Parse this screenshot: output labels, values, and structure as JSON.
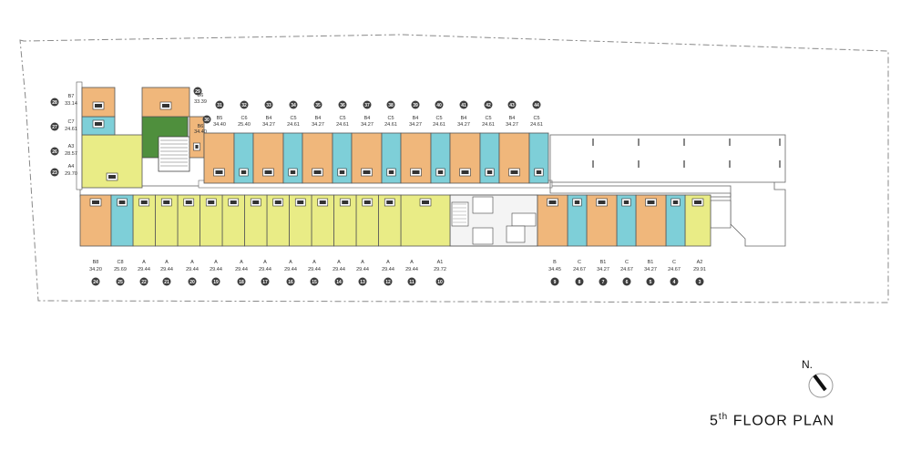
{
  "title": {
    "number": "5",
    "sup": "th",
    "rest": "FLOOR PLAN"
  },
  "north": {
    "label": "N."
  },
  "colors": {
    "type_A": "#e9ec86",
    "type_B": "#f0b77b",
    "type_C": "#7ecfd8",
    "green": "#4f8f3d",
    "badge": "#3d3d3d",
    "wall": "#555555"
  },
  "units": [
    {
      "no": "3",
      "type": "A2",
      "area": "29.91",
      "color": "A"
    },
    {
      "no": "4",
      "type": "C",
      "area": "24.67",
      "color": "C"
    },
    {
      "no": "5",
      "type": "B1",
      "area": "34.27",
      "color": "B"
    },
    {
      "no": "6",
      "type": "C",
      "area": "24.67",
      "color": "C"
    },
    {
      "no": "7",
      "type": "B1",
      "area": "34.27",
      "color": "B"
    },
    {
      "no": "8",
      "type": "C",
      "area": "24.67",
      "color": "C"
    },
    {
      "no": "9",
      "type": "B",
      "area": "34.45",
      "color": "B"
    },
    {
      "no": "10",
      "type": "A1",
      "area": "29.72",
      "color": "A"
    },
    {
      "no": "11",
      "type": "A",
      "area": "29.44",
      "color": "A"
    },
    {
      "no": "12",
      "type": "A",
      "area": "29.44",
      "color": "A"
    },
    {
      "no": "13",
      "type": "A",
      "area": "29.44",
      "color": "A"
    },
    {
      "no": "14",
      "type": "A",
      "area": "29.44",
      "color": "A"
    },
    {
      "no": "15",
      "type": "A",
      "area": "29.44",
      "color": "A"
    },
    {
      "no": "16",
      "type": "A",
      "area": "29.44",
      "color": "A"
    },
    {
      "no": "17",
      "type": "A",
      "area": "29.44",
      "color": "A"
    },
    {
      "no": "18",
      "type": "A",
      "area": "29.44",
      "color": "A"
    },
    {
      "no": "19",
      "type": "A",
      "area": "29.44",
      "color": "A"
    },
    {
      "no": "20",
      "type": "A",
      "area": "29.44",
      "color": "A"
    },
    {
      "no": "21",
      "type": "A",
      "area": "29.44",
      "color": "A"
    },
    {
      "no": "22",
      "type": "A",
      "area": "29.44",
      "color": "A"
    },
    {
      "no": "23",
      "type": "A4",
      "area": "29.70",
      "color": "A"
    },
    {
      "no": "24",
      "type": "B8",
      "area": "34.20",
      "color": "B"
    },
    {
      "no": "25",
      "type": "C8",
      "area": "25.69",
      "color": "C"
    },
    {
      "no": "26",
      "type": "A3",
      "area": "28.57",
      "color": "A"
    },
    {
      "no": "27",
      "type": "C7",
      "area": "24.61",
      "color": "C"
    },
    {
      "no": "28",
      "type": "B7",
      "area": "33.14",
      "color": "B"
    },
    {
      "no": "29",
      "type": "B6",
      "area": "33.39",
      "color": "B"
    },
    {
      "no": "30",
      "type": "B6",
      "area": "34.40",
      "color": "B"
    },
    {
      "no": "31",
      "type": "B5",
      "area": "34.40",
      "color": "B"
    },
    {
      "no": "32",
      "type": "C6",
      "area": "25.40",
      "color": "C"
    },
    {
      "no": "33",
      "type": "B4",
      "area": "34.27",
      "color": "B"
    },
    {
      "no": "34",
      "type": "C5",
      "area": "24.61",
      "color": "C"
    },
    {
      "no": "35",
      "type": "B4",
      "area": "34.27",
      "color": "B"
    },
    {
      "no": "36",
      "type": "C5",
      "area": "24.61",
      "color": "C"
    },
    {
      "no": "37",
      "type": "B4",
      "area": "34.27",
      "color": "B"
    },
    {
      "no": "38",
      "type": "C5",
      "area": "24.61",
      "color": "C"
    },
    {
      "no": "39",
      "type": "B4",
      "area": "34.27",
      "color": "B"
    },
    {
      "no": "40",
      "type": "C5",
      "area": "24.61",
      "color": "C"
    },
    {
      "no": "41",
      "type": "B4",
      "area": "34.27",
      "color": "B"
    },
    {
      "no": "42",
      "type": "C5",
      "area": "24.61",
      "color": "C"
    },
    {
      "no": "43",
      "type": "B4",
      "area": "34.27",
      "color": "B"
    },
    {
      "no": "44",
      "type": "C5",
      "area": "24.61",
      "color": "C"
    }
  ]
}
